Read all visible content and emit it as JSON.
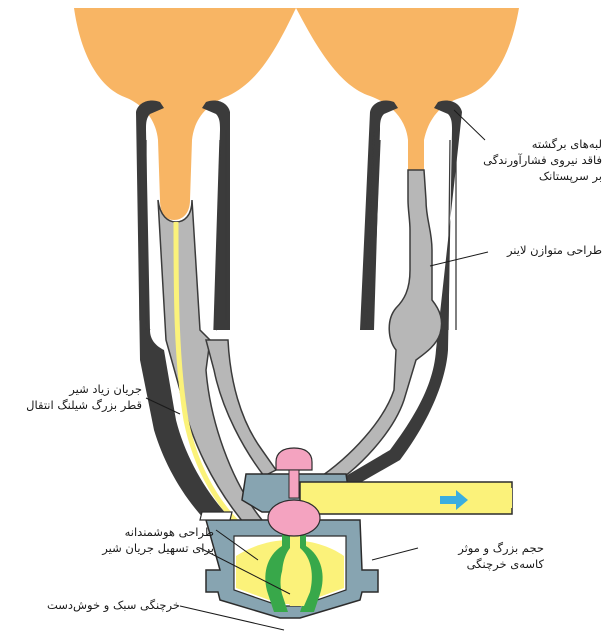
{
  "labels": {
    "curved_lips": [
      "لبه‌های برگشته",
      "فاقد نیروی فشارآورندگی",
      "بر سرپستانک"
    ],
    "parallel_liner": "طراحی متوازن لاینر",
    "high_flow": [
      "جریان زیاد شیر",
      "قطر بزرگ شیلنگ انتقال"
    ],
    "smart_design": [
      "طراحی هوشمندانه",
      "برای تسهیل جریان شیر"
    ],
    "large_volume": [
      "حجم بزرگ و موثر",
      "کاسه‌ی خرچنگی"
    ],
    "light_claw": "خرچنگی سبک و خوش‌دست"
  },
  "colors": {
    "udder": "#f8b564",
    "liner_dark": "#3b3b3b",
    "liner_gray": "#b7b7b7",
    "milk": "#fbf27a",
    "claw_body": "#87a4b1",
    "valve_pink": "#f4a3c0",
    "inner_green": "#38a84a",
    "flow_arrow": "#3aaee0"
  },
  "icons": {
    "flow_direction": "arrow-right-icon"
  }
}
